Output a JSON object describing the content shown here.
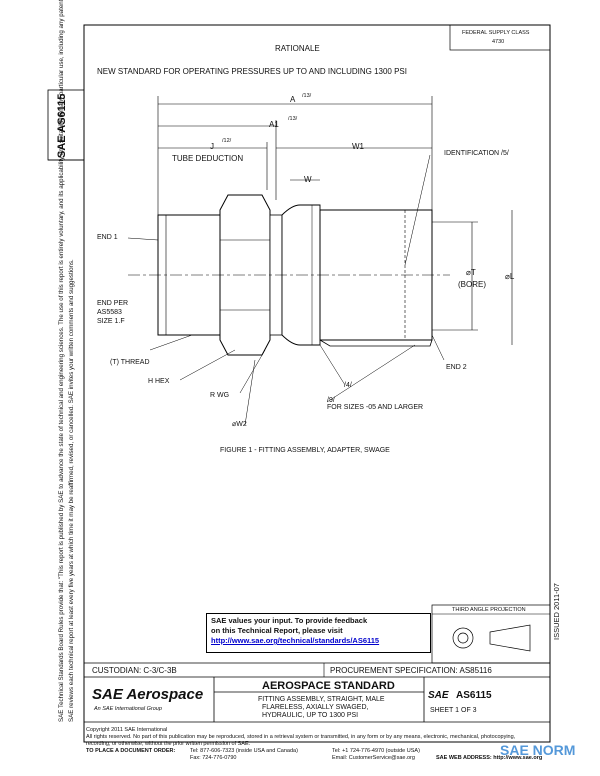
{
  "header": {
    "rationale_label": "RATIONALE",
    "rationale_text": "NEW STANDARD FOR OPERATING PRESSURES UP TO AND INCLUDING 1300 PSI",
    "fed_code": "FEDERAL SUPPLY CLASS",
    "fed_num": "4730"
  },
  "side": {
    "doc_id": "SAE AS6115",
    "notice": "SAE Technical Standards Board Rules provide that: \"This report is published by SAE to advance the state of technical and engineering sciences. The use of this report is entirely voluntary, and its applicability and suitability for any particular use, including any patent infringement arising therefrom, is the sole responsibility of the user.\"",
    "review": "SAE reviews each technical report at least every five years at which time it may be reaffirmed, revised, or cancelled. SAE invites your written comments and suggestions.",
    "right_code": "ISSUED 2011-07"
  },
  "drawing": {
    "dim_a": "A",
    "dim_a_note": "/13/",
    "dim_a1": "A1",
    "dim_a1_note": "/13/",
    "dim_j": "J",
    "dim_j_note": "/12/",
    "tube_deduction": "TUBE DEDUCTION",
    "dim_w1": "W1",
    "dim_w": "W",
    "identification": "IDENTIFICATION /5/",
    "end1": "END 1",
    "end_per": "END PER",
    "end_per2": "AS5583",
    "end_per3": "SIZE 1.F",
    "thread": "(T) THREAD",
    "hex": "H HEX",
    "rwg": "R WG",
    "dw2": "⌀W2",
    "dia_t": "⌀T",
    "bore": "(BORE)",
    "dia_l": "⌀L",
    "end2": "END 2",
    "note4": "/4/",
    "note9": "/9/",
    "note9_text": "FOR SIZES -05 AND LARGER",
    "figure_caption": "FIGURE 1 - FITTING ASSEMBLY, ADAPTER, SWAGE"
  },
  "feedback": {
    "line1": "SAE values your input. To provide feedback",
    "line2": "on this Technical Report, please visit",
    "link": "http://www.sae.org/technical/standards/AS6115"
  },
  "projection": {
    "label": "THIRD ANGLE PROJECTION"
  },
  "titleblock": {
    "custodian": "CUSTODIAN: C-3/C-3B",
    "procurement": "PROCUREMENT SPECIFICATION: AS85116",
    "brand": "SAE Aerospace",
    "brand_sub": "An SAE International Group",
    "standard": "AEROSPACE STANDARD",
    "desc1": "FITTING ASSEMBLY, STRAIGHT, MALE",
    "desc2": "FLARELESS, AXIALLY SWAGED,",
    "desc3": "HYDRAULIC, UP TO 1300 PSI",
    "sae_logo": "SAE",
    "doc_number": "AS6115",
    "sheet": "SHEET 1 OF 3"
  },
  "footer": {
    "copyright": "Copyright 2011 SAE International",
    "rights": "All rights reserved. No part of this publication may be reproduced, stored in a retrieval system or transmitted, in any form or by any means, electronic, mechanical, photocopying,",
    "rights2": "recording, or otherwise, without the prior written permission of SAE.",
    "order": "TO PLACE A DOCUMENT ORDER:",
    "tel1": "Tel: 877-606-7323 (inside USA and Canada)",
    "fax": "Fax: 724-776-0790",
    "tel2": "Tel: +1 724-776-4970 (outside USA)",
    "email": "Email: CustomerService@sae.org",
    "web": "SAE WEB ADDRESS: http://www.sae.org",
    "watermark": "SAE NORM"
  }
}
